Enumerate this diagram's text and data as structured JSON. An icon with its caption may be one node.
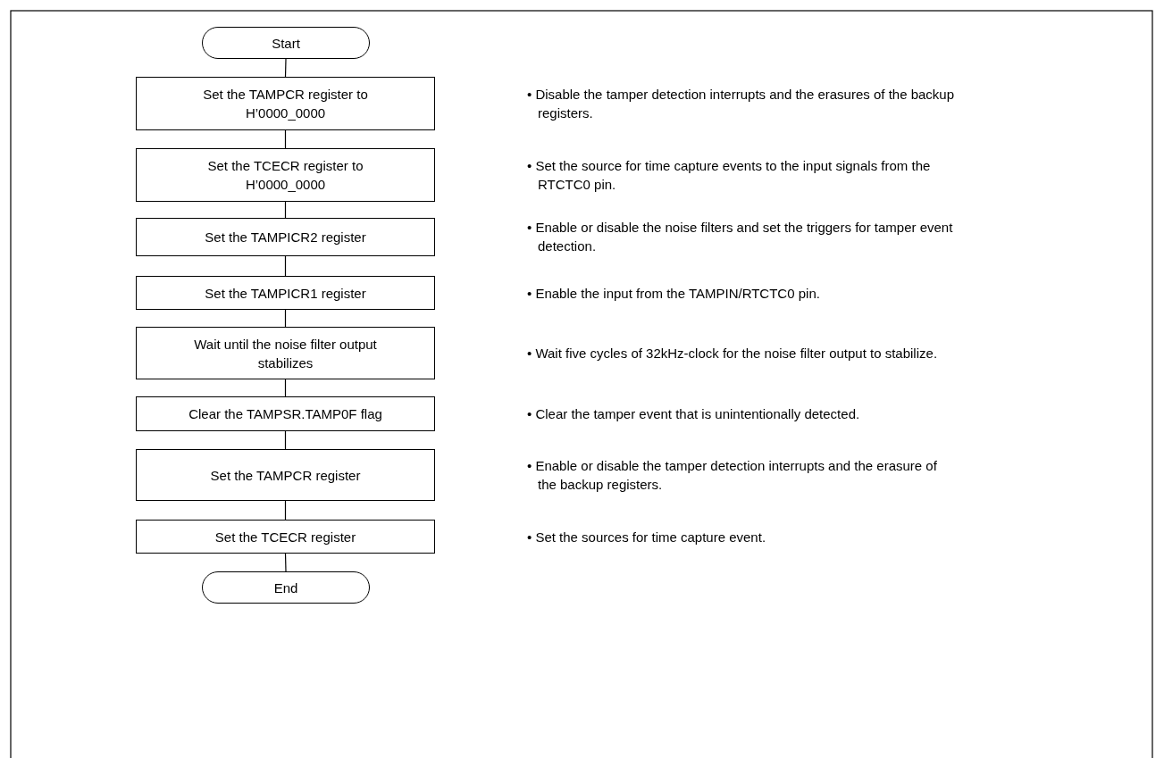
{
  "diagram": {
    "nodes": [
      {
        "text": [
          "Start"
        ]
      },
      {
        "text": [
          "Set the TAMPCR register to H’0000_0000"
        ]
      },
      {
        "text": [
          "Set the TCECR register to H’0000_0000"
        ]
      },
      {
        "text": [
          "Set the TAMPICR2 register"
        ]
      },
      {
        "text": [
          "Set the TAMPICR1 register"
        ]
      },
      {
        "text": [
          "Wait until the noise filter output stabilizes"
        ]
      },
      {
        "text": [
          "Clear the TAMPSR.TAMP0F flag"
        ]
      },
      {
        "text": [
          "Set the TAMPCR register"
        ]
      },
      {
        "text": [
          "Set the TCECR register"
        ]
      },
      {
        "text": [
          "End"
        ]
      }
    ],
    "edges": [
      {
        "from": 0,
        "to": 1,
        "arrow": "none"
      },
      {
        "from": 1,
        "to": 2,
        "arrow": "none"
      },
      {
        "from": 2,
        "to": 3,
        "arrow": "none"
      },
      {
        "from": 3,
        "to": 4,
        "arrow": "none"
      },
      {
        "from": 4,
        "to": 5,
        "arrow": "none"
      },
      {
        "from": 5,
        "to": 6,
        "arrow": "none"
      },
      {
        "from": 6,
        "to": 7,
        "arrow": "none"
      },
      {
        "from": 7,
        "to": 8,
        "arrow": "none"
      },
      {
        "from": 8,
        "to": 9,
        "arrow": "none"
      }
    ],
    "labels": [
      "• Disable the tamper detection interrupts and the erasures of the backup registers.",
      "• Set the source for time capture events to the input signals from the RTCTC0 pin.",
      "• Enable or disable the noise filters and set the triggers for tamper event detection.",
      "• Enable the input from the TAMPIN/RTCTC0 pin.",
      "• Wait five cycles of 32kHz-clock for the noise filter output to stabilize.",
      "• Clear the tamper event that is unintentionally detected.",
      "• Enable or disable the tamper detection interrupts and the erasure of the backup registers.",
      "• Set the sources for time capture event."
    ]
  }
}
